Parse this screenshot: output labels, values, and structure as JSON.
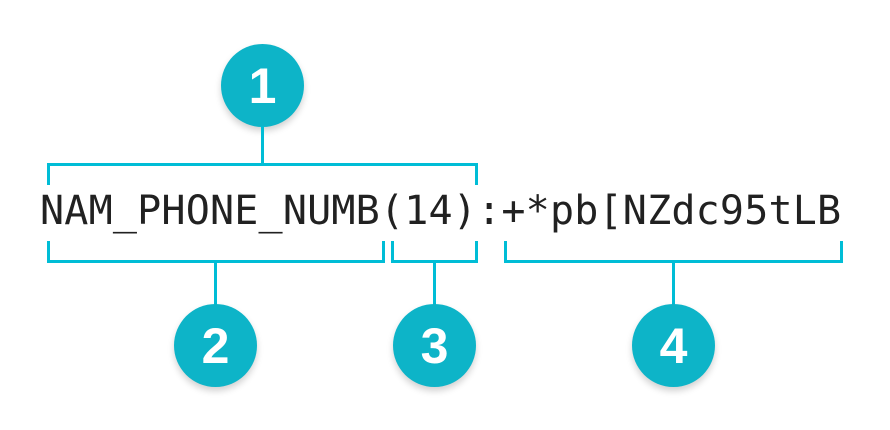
{
  "figure": {
    "description": "Annotated token format diagram",
    "background_color": "#ffffff",
    "accent_line_color": "#00bdd6",
    "badge_color": "#0db4c8",
    "token_text_color": "#212121",
    "token": {
      "full_text": "NAM_PHONE_NUMB(14):+*pb[NZdc95tLB",
      "segments": {
        "infotype": "NAM_PHONE_NUMB",
        "length": "(14)",
        "separator": ":",
        "value": "+*pb[NZdc95tLB"
      }
    },
    "callouts": [
      {
        "label": "1",
        "points_to": "NAM_PHONE_NUMB(14)"
      },
      {
        "label": "2",
        "points_to": "NAM_PHONE_NUMB"
      },
      {
        "label": "3",
        "points_to": "(14)"
      },
      {
        "label": "4",
        "points_to": "+*pb[NZdc95tLB"
      }
    ]
  }
}
